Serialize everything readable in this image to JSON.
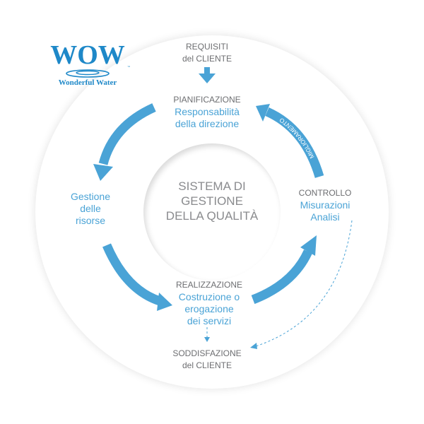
{
  "logo": {
    "brand": "WOW",
    "tagline": "Wonderful Water",
    "tm": "™"
  },
  "colors": {
    "accent": "#4aa3d6",
    "text_gray": "#6d6e71"
  },
  "center_title": [
    "SISTEMA DI",
    "GESTIONE",
    "DELLA QUALITÀ"
  ],
  "requisiti": [
    "REQUISITI",
    "del CLIENTE"
  ],
  "pianificazione": {
    "title": "PIANIFICAZIONE",
    "sub": [
      "Responsabilità",
      "della direzione"
    ]
  },
  "risorse": [
    "Gestione",
    "delle",
    "risorse"
  ],
  "controllo": {
    "title": "CONTROLLO",
    "sub": [
      "Misurazioni",
      "Analisi"
    ]
  },
  "realizzazione": {
    "title": "REALIZZAZIONE",
    "sub": [
      "Costruzione o",
      "erogazione",
      "dei servizi"
    ]
  },
  "soddisfazione": [
    "SODDISFAZIONE",
    "del CLIENTE"
  ],
  "miglioramento": "MIGLIORAMENTO"
}
